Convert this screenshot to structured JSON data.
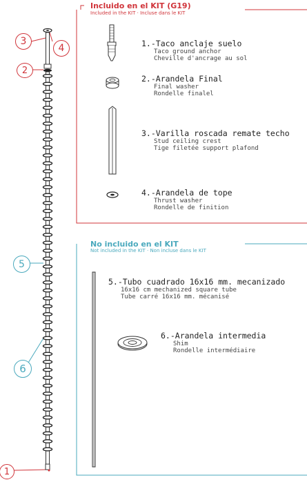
{
  "kit_included": {
    "title": "Incluido en el KIT (G19)",
    "subtitle": "Included in the KIT · Incluse dans le KIT",
    "items": [
      {
        "title": "1.-Taco anclaje suelo",
        "line1": "Taco ground anchor",
        "line2": "Cheville d'ancrage au sol"
      },
      {
        "title": "2.-Arandela Final",
        "line1": "Final washer",
        "line2": "Rondelle finalel"
      },
      {
        "title": "3.-Varilla roscada remate techo",
        "line1": "Stud ceiling crest",
        "line2": "Tige filetée support plafond"
      },
      {
        "title": "4.-Arandela de tope",
        "line1": "Thrust washer",
        "line2": "Rondelle de finition"
      }
    ]
  },
  "kit_not_included": {
    "title": "No incluido en el KIT",
    "subtitle": "Not included in the KIT · Non incluse dans le KIT",
    "items": [
      {
        "title": "5.-Tubo cuadrado 16x16 mm. mecanizado",
        "line1": "16x16 cm mechanized square tube",
        "line2": "Tube carré 16x16 mm. mécanisé"
      },
      {
        "title": "6.-Arandela intermedia",
        "line1": "Shim",
        "line2": "Rondelle intermédiaire"
      }
    ]
  },
  "callouts": [
    "1",
    "2",
    "3",
    "4",
    "5",
    "6"
  ],
  "colors": {
    "included": "#d0343a",
    "not_included": "#4aa9bd",
    "parts": "#222222"
  }
}
